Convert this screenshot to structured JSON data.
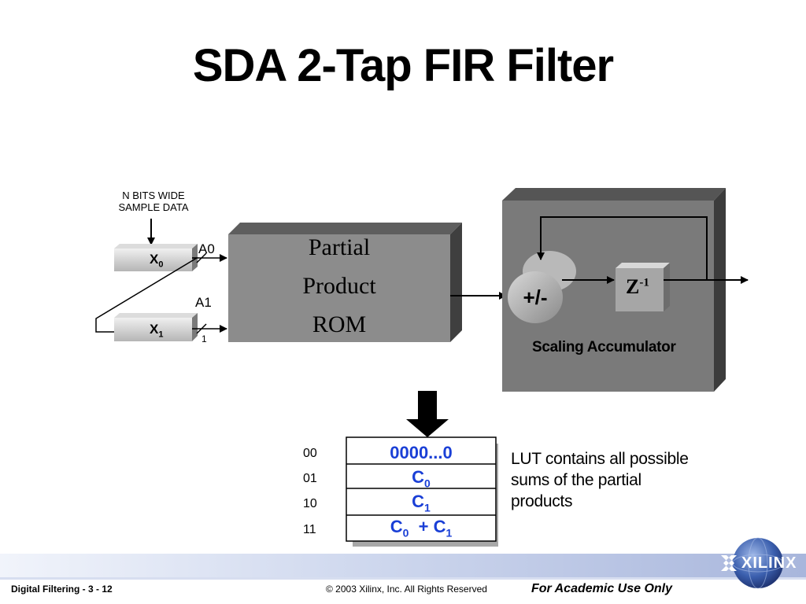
{
  "title": "SDA 2-Tap FIR Filter",
  "input_note": [
    "N BITS WIDE",
    "SAMPLE DATA"
  ],
  "registers": [
    {
      "name": "X",
      "sub": "0"
    },
    {
      "name": "X",
      "sub": "1"
    }
  ],
  "rom_inputs": {
    "a0": "A0",
    "a1": "A1",
    "width": "1"
  },
  "rom_lines": [
    "Partial",
    "Product",
    "ROM"
  ],
  "adder_label": "+/-",
  "delay": {
    "base": "Z",
    "exp": "-1"
  },
  "accumulator_label": "Scaling Accumulator",
  "lut": {
    "addresses": [
      "00",
      "01",
      "10",
      "11"
    ],
    "cells": [
      {
        "text": "0000...0"
      },
      {
        "base": "C",
        "sub": "0"
      },
      {
        "base": "C",
        "sub": "1"
      },
      {
        "a_base": "C",
        "a_sub": "0",
        "op": "+",
        "b_base": "C",
        "b_sub": "1"
      }
    ],
    "note_lines": [
      "LUT contains all possible",
      "sums of the partial",
      "products"
    ]
  },
  "footer": {
    "left": "Digital Filtering  - 3 - 12",
    "center": "© 2003 Xilinx, Inc. All Rights Reserved",
    "right": "For Academic Use Only"
  },
  "logo_text": "XILINX",
  "colors": {
    "rom_face": "#8c8c8c",
    "rom_top": "#5e5e5e",
    "accum_face": "#7a7a7a",
    "accum_side": "#4a4a4a",
    "lut_text": "#1a3fd6",
    "banner": "#c9d3ea"
  }
}
